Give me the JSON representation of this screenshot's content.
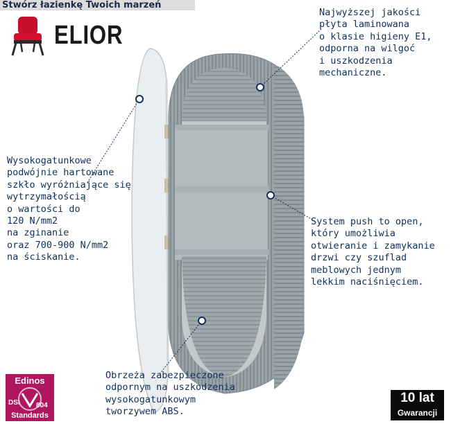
{
  "header": {
    "title": "Stwórz łazienkę Twoich marzeń"
  },
  "brand": {
    "name": "ELIOR"
  },
  "callouts": {
    "top": "Najwyższej jakości\npłyta laminowana\no klasie higieny E1,\nodporna na wilgoć\ni uszkodzenia\nmechaniczne.",
    "left": "Wysokogatunkowe\npodwójnie hartowane\nszkło wyróżniające się\nwytrzymałością\no wartości do\n120 N/mm2\nna zginanie\noraz 700-900 N/mm2\nna ściskanie.",
    "right": "System push to open,\nktóry umożliwia\notwieranie i zamykanie\ndrzwi czy szuflad\nmeblowych jednym\nlekkim naciśnięciem.",
    "bottom": "Obrzeża zabezpieczone\nodpornym na uszkodzenia\nwysokogatunkowym\ntworzywem ABS."
  },
  "badges": {
    "edinos": {
      "name": "Edinos",
      "code_left": "DSI",
      "code_right": "804",
      "subtitle": "Standards"
    },
    "warranty": {
      "years": "10 lat",
      "label": "Gwarancji"
    }
  },
  "colors": {
    "text": "#0f2f5c",
    "edinos_bg": "#b0155f",
    "cabinet": "#9ea8ad"
  },
  "icons": {
    "logo": "chair-icon"
  }
}
